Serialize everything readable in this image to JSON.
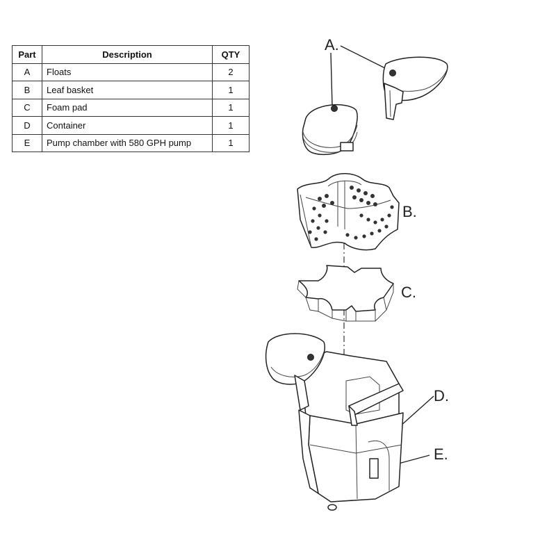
{
  "table": {
    "headers": [
      "Part",
      "Description",
      "QTY"
    ],
    "rows": [
      {
        "part": "A",
        "description": "Floats",
        "qty": "2"
      },
      {
        "part": "B",
        "description": "Leaf basket",
        "qty": "1"
      },
      {
        "part": "C",
        "description": "Foam pad",
        "qty": "1"
      },
      {
        "part": "D",
        "description": "Container",
        "qty": "1"
      },
      {
        "part": "E",
        "description": "Pump chamber with 580 GPH pump",
        "qty": "1"
      }
    ]
  },
  "callouts": {
    "a": "A.",
    "b": "B.",
    "c": "C.",
    "d": "D.",
    "e": "E."
  }
}
